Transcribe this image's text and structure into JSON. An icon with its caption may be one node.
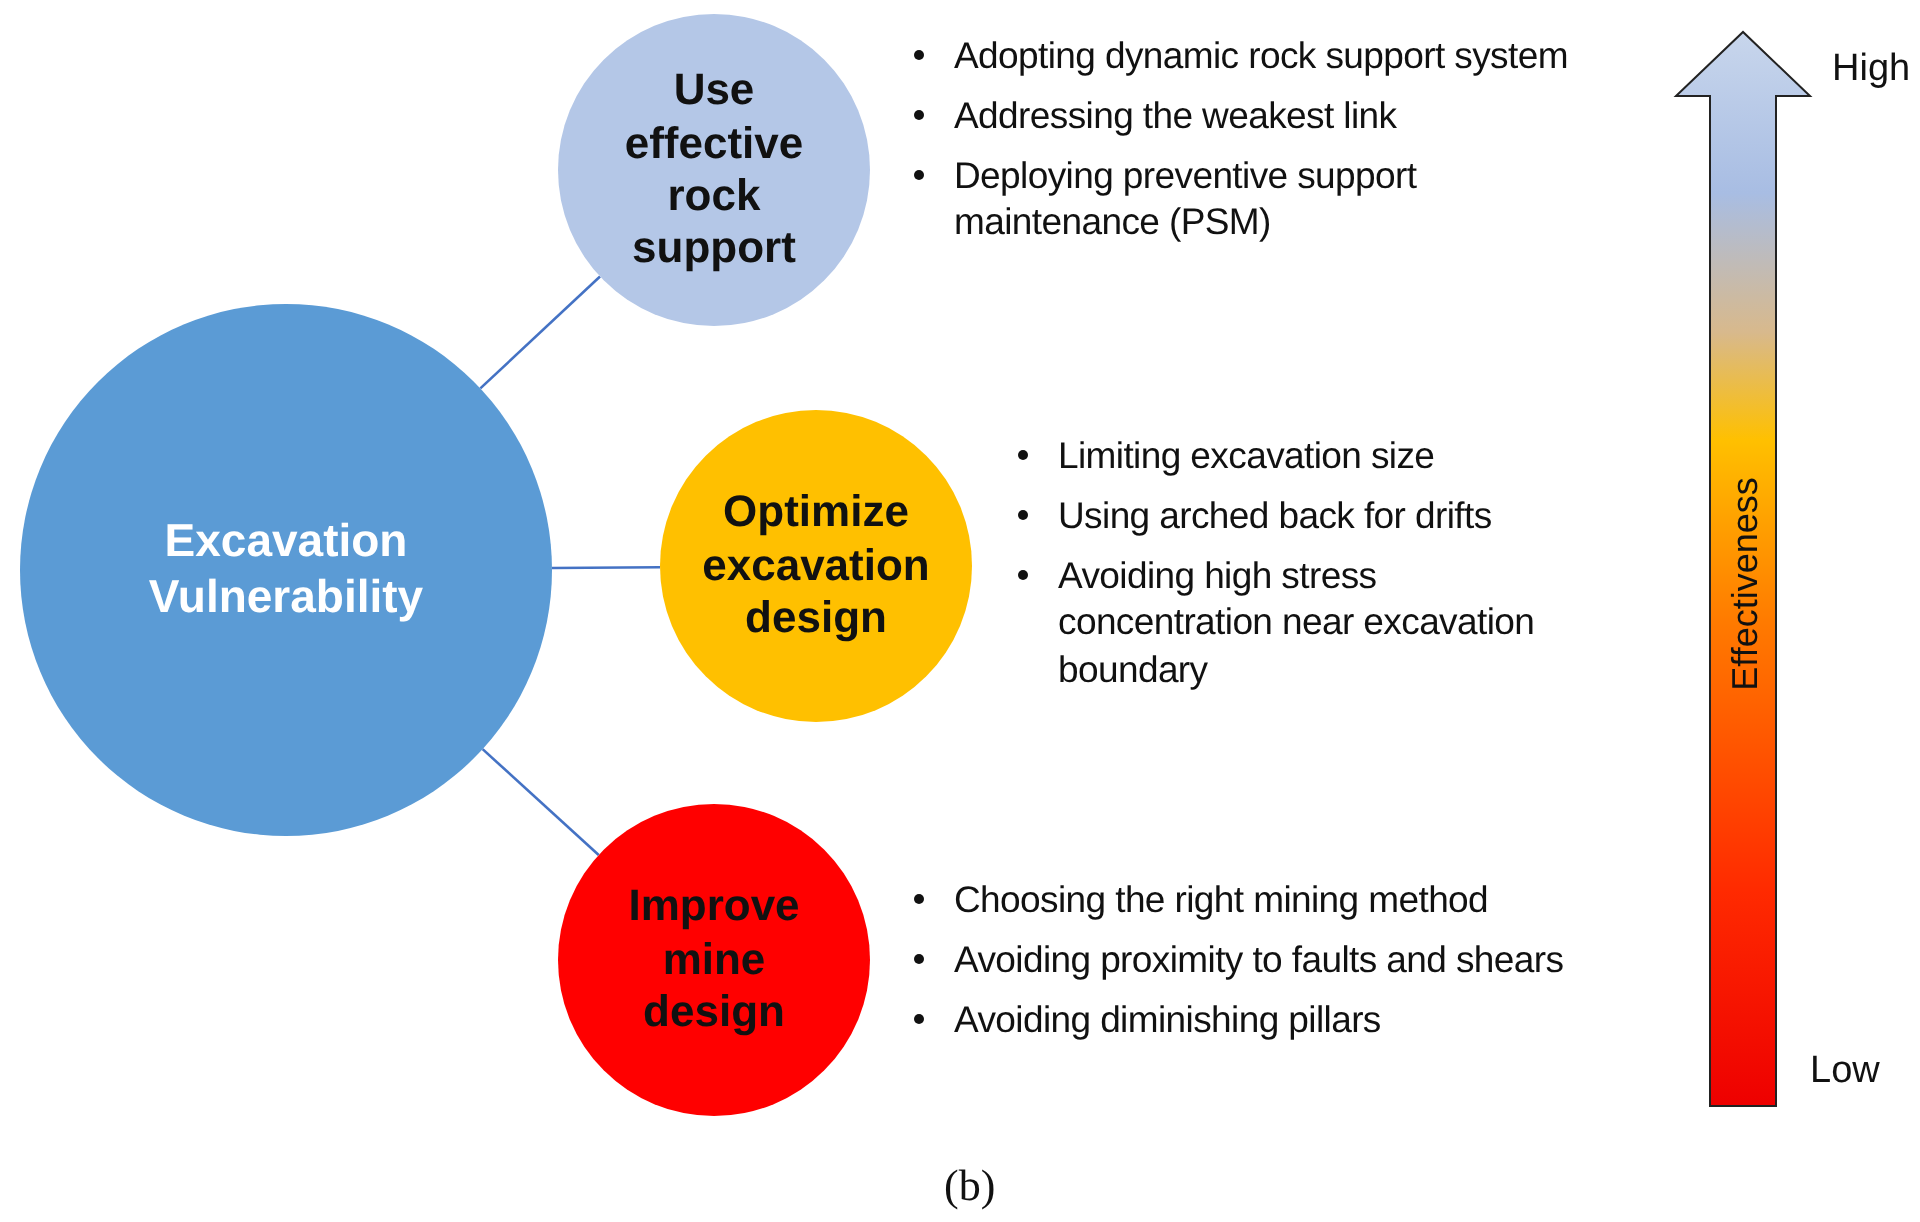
{
  "diagram": {
    "caption": "(b)",
    "nodes": [
      {
        "text": [
          "Excavation Vulnerability"
        ]
      },
      {
        "text": [
          "Use effective rock support"
        ],
        "beside": [
          "Adopting dynamic rock support system",
          "Addressing the weakest link",
          "Deploying preventive support maintenance (PSM)"
        ]
      },
      {
        "text": [
          "Optimize excavation design"
        ],
        "beside": [
          "Limiting excavation size",
          "Using arched back for drifts",
          "Avoiding high stress concentration near excavation boundary"
        ]
      },
      {
        "text": [
          "Improve mine design"
        ],
        "beside": [
          "Choosing the right mining method",
          "Avoiding proximity to faults and shears",
          "Avoiding diminishing pillars"
        ]
      }
    ],
    "edges": [
      {
        "from": 0,
        "to": 1,
        "arrow": "none"
      },
      {
        "from": 0,
        "to": 2,
        "arrow": "none"
      },
      {
        "from": 0,
        "to": 3,
        "arrow": "none"
      }
    ],
    "labels": [
      "High",
      "Effectiveness",
      "Low"
    ]
  }
}
